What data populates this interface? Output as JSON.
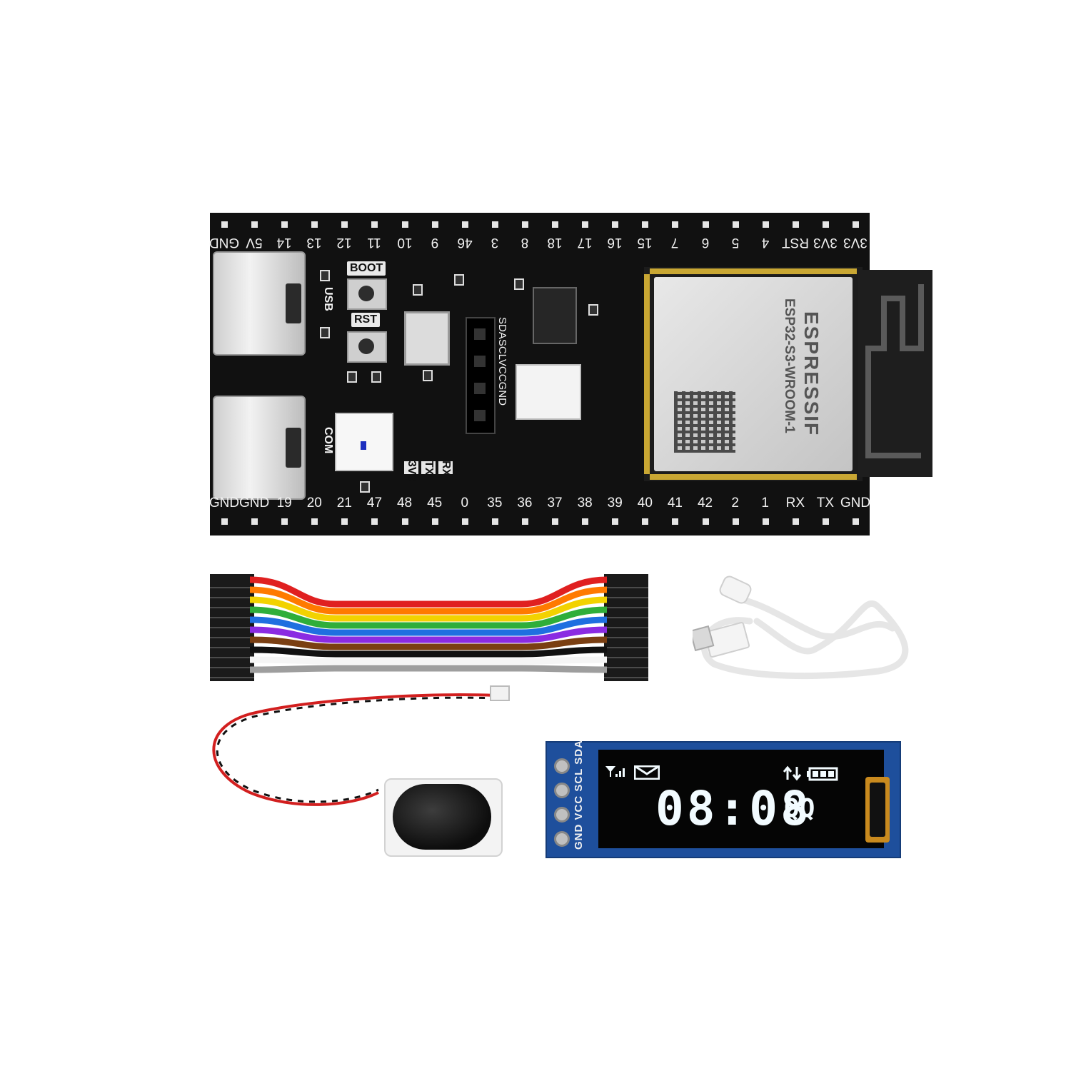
{
  "board": {
    "top_pins": [
      "GND",
      "5V",
      "14",
      "13",
      "12",
      "11",
      "10",
      "9",
      "46",
      "3",
      "8",
      "18",
      "17",
      "16",
      "15",
      "7",
      "6",
      "5",
      "4",
      "RST",
      "3V3",
      "3V3"
    ],
    "bottom_pins": [
      "GND",
      "GND",
      "19",
      "20",
      "21",
      "47",
      "48",
      "45",
      "0",
      "35",
      "36",
      "37",
      "38",
      "39",
      "40",
      "41",
      "42",
      "2",
      "1",
      "RX",
      "TX",
      "GND"
    ],
    "labels": {
      "boot": "BOOT",
      "rst": "RST",
      "usb": "USB",
      "com": "COM",
      "led_3v3": "3V3",
      "led_tx": "TX",
      "led_rx": "RX",
      "i2c_header": "SDASCLVCCGND"
    },
    "module": {
      "brand": "ESPRESSIF",
      "model": "ESP32-S3-WROOM-1"
    },
    "colors": {
      "pcb": "#111111",
      "silk": "#f4f4f4"
    }
  },
  "jumper": {
    "wire_colors": [
      "#e02020",
      "#ff7a00",
      "#f2d200",
      "#2fae3a",
      "#1f6fe0",
      "#8a2be2",
      "#7a3f12",
      "#111111",
      "#ffffff",
      "#9e9e9e"
    ]
  },
  "usb_cable": {
    "color": "#f4f4f4"
  },
  "speaker": {
    "wire_colors": [
      "#d21f1f",
      "#111111"
    ]
  },
  "oled": {
    "pins": "GND VCC SCL SDA",
    "time": "08:08",
    "text": "QQ",
    "icons": [
      "signal-icon",
      "mail-icon",
      "transfer-icon",
      "battery-icon"
    ],
    "colors": {
      "pcb": "#1e4f9c",
      "pixel": "#f2fbff"
    }
  }
}
